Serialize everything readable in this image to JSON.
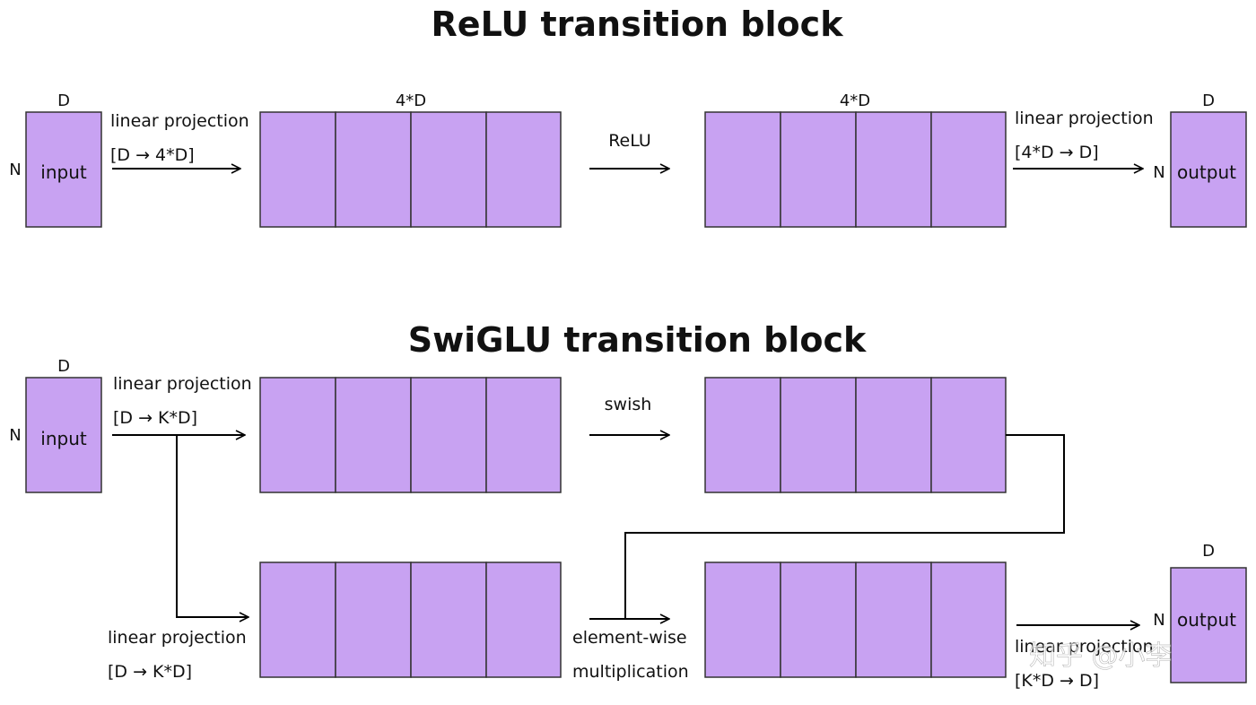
{
  "relu_block": {
    "title": "ReLU transition block",
    "input": {
      "label": "input",
      "row_dim": "N",
      "col_dim": "D"
    },
    "proj_in": {
      "label": "linear projection",
      "shape": "[D → 4*D]"
    },
    "hidden_in_dim": "4*D",
    "activation": "ReLU",
    "hidden_out_dim": "4*D",
    "proj_out": {
      "label": "linear projection",
      "shape": "[4*D → D]"
    },
    "output": {
      "label": "output",
      "row_dim": "N",
      "col_dim": "D"
    }
  },
  "swiglu_block": {
    "title": "SwiGLU transition block",
    "input": {
      "label": "input",
      "row_dim": "N",
      "col_dim": "D"
    },
    "proj_top": {
      "label": "linear projection",
      "shape": "[D → K*D]"
    },
    "activation": "swish",
    "proj_bottom": {
      "label": "linear projection",
      "shape": "[D → K*D]"
    },
    "gate": {
      "line1": "element-wise",
      "line2": "multiplication"
    },
    "proj_out": {
      "label": "linear projection",
      "shape": "[K*D → D]"
    },
    "output": {
      "label": "output",
      "row_dim": "N",
      "col_dim": "D"
    }
  },
  "colors": {
    "matrix_fill": "#c8a2f2",
    "matrix_stroke": "#333333",
    "line": "#000000"
  },
  "watermark": "知乎 @小李"
}
